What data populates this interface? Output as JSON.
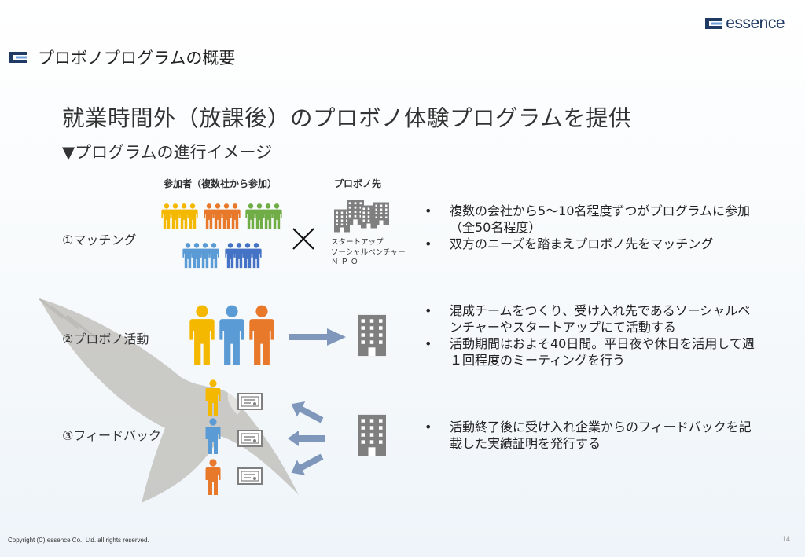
{
  "brand": {
    "logo_text": "essence"
  },
  "section": {
    "title": "プロボノプログラムの概要"
  },
  "headline": "就業時間外（放課後）のプロボノ体験プログラムを提供",
  "subheading": "▼プログラムの進行イメージ",
  "steps": {
    "matching": "①マッチング",
    "activity": "②プロボノ活動",
    "feedback": "③フィードバック"
  },
  "diagram": {
    "participants_label": "参加者（複数社から参加）",
    "pro_bono_label": "プロボノ先",
    "cross_symbol": "✕",
    "orgs": [
      "スタートアップ",
      "ソーシャルベンチャー",
      "ＮＰＯ"
    ]
  },
  "bullets": {
    "matching": [
      "複数の会社から5～10名程度ずつがプログラムに参加（全50名程度）",
      "双方のニーズを踏まえプロボノ先をマッチング"
    ],
    "activity": [
      "混成チームをつくり、受け入れ先であるソーシャルベンチャーやスタートアップにて活動する",
      "活動期間はおよそ40日間。平日夜や休日を活用して週１回程度のミーティングを行う"
    ],
    "feedback": [
      "活動終了後に受け入れ企業からのフィードバックを記載した実績証明を発行する"
    ]
  },
  "footer": {
    "copyright": "Copyright (C) essence Co., Ltd. all rights reserved.",
    "page_number": "14"
  },
  "colors": {
    "yellow": "#f5b800",
    "orange": "#e8782a",
    "green": "#70ad47",
    "blue": "#5b9bd5",
    "navy": "#4472c4",
    "gray": "#7f7f7f",
    "arrow": "#7f97bb",
    "brand_navy": "#1f3a63"
  },
  "icons": [
    "person-icon",
    "building-icon",
    "certificate-icon",
    "arrow-right-icon",
    "arrow-left-icon",
    "eagle-image"
  ]
}
